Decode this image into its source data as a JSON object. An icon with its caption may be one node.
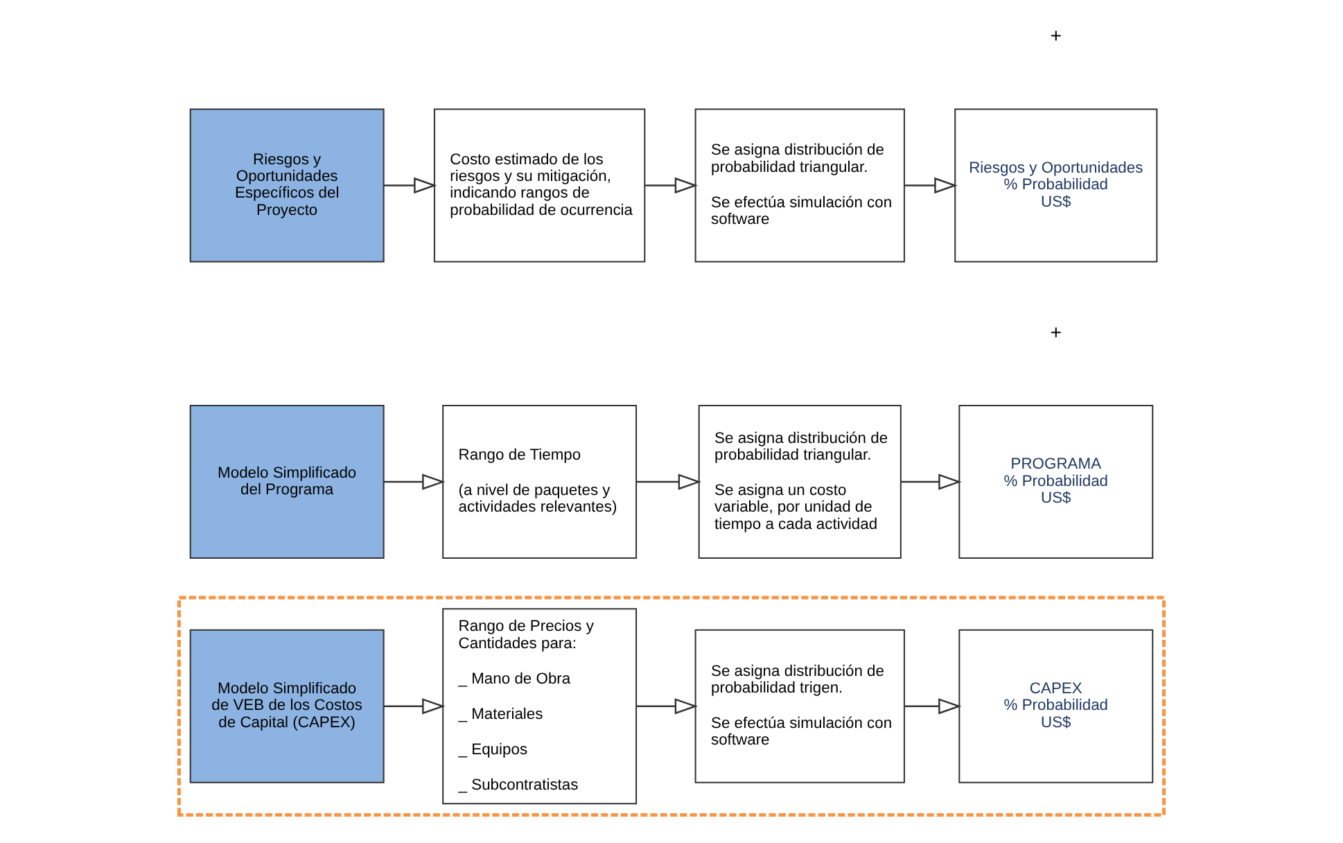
{
  "diagram": {
    "nodes": [
      {
        "text": [],
        "shape": "box"
      },
      {
        "text": [
          "Modelo Simplificado de VEB de los Costos de Capital (CAPEX)"
        ],
        "in": 0
      },
      {
        "text": [
          "Rango de Precios y Cantidades para:",
          "_ Mano de Obra",
          "_ Materiales",
          "_ Equipos",
          "_ Subcontratistas"
        ],
        "in": 0
      },
      {
        "text": [
          "Se asigna distribución de probabilidad trigen.",
          "Se efectúa simulación con software"
        ],
        "in": 0
      },
      {
        "text": [
          "CAPEX",
          "% Probabilidad",
          "US$"
        ],
        "in": 0
      },
      {
        "text": [
          "Modelo Simplificado del Programa"
        ]
      },
      {
        "text": [
          "Rango de Tiempo",
          "(a nivel de paquetes y actividades relevantes)"
        ]
      },
      {
        "text": [
          "Se asigna distribución de probabilidad triangular.",
          "Se asigna un costo variable, por unidad de tiempo a cada actividad"
        ]
      },
      {
        "text": [
          "PROGRAMA",
          "% Probabilidad",
          "US$"
        ]
      },
      {
        "text": [
          "Riesgos y Oportunidades Específicos del Proyecto"
        ]
      },
      {
        "text": [
          "Costo estimado de los riesgos y su mitigación, indicando rangos de probabilidad de ocurrencia"
        ]
      },
      {
        "text": [
          "Se asigna distribución de probabilidad triangular.",
          "Se efectúa simulación con software"
        ]
      },
      {
        "text": [
          "Riesgos y Oportunidades",
          "% Probabilidad",
          "US$"
        ]
      }
    ],
    "edges": [
      {
        "from": 1,
        "to": 2,
        "arrow": "to"
      },
      {
        "from": 2,
        "to": 3,
        "arrow": "to"
      },
      {
        "from": 3,
        "to": 4,
        "arrow": "to"
      },
      {
        "from": 5,
        "to": 6,
        "arrow": "to"
      },
      {
        "from": 6,
        "to": 7,
        "arrow": "to"
      },
      {
        "from": 7,
        "to": 8,
        "arrow": "to"
      },
      {
        "from": 9,
        "to": 10,
        "arrow": "to"
      },
      {
        "from": 10,
        "to": 11,
        "arrow": "to"
      },
      {
        "from": 11,
        "to": 12,
        "arrow": "to"
      }
    ],
    "labels": [
      "+",
      "+"
    ]
  }
}
